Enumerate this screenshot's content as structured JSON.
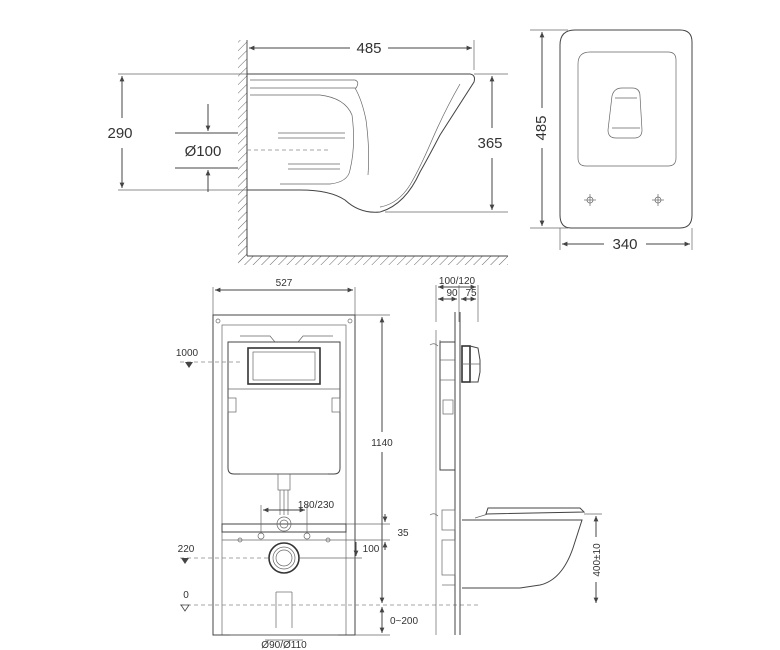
{
  "side_view": {
    "width": "485",
    "height": "290",
    "pipe": "Ø100",
    "depth": "365"
  },
  "top_view": {
    "length": "485",
    "width": "340"
  },
  "frame_front": {
    "width": "527",
    "level_1000": "1000",
    "height": "1140",
    "spacing": "180/230",
    "dim_35": "35",
    "level_220": "220",
    "dim_100": "100",
    "level_0": "0",
    "floor": "0~200",
    "outlet": "Ø90/Ø110"
  },
  "frame_side": {
    "depth": "100/120",
    "dim_90": "90",
    "dim_75": "75",
    "seat_height": "400±10"
  }
}
